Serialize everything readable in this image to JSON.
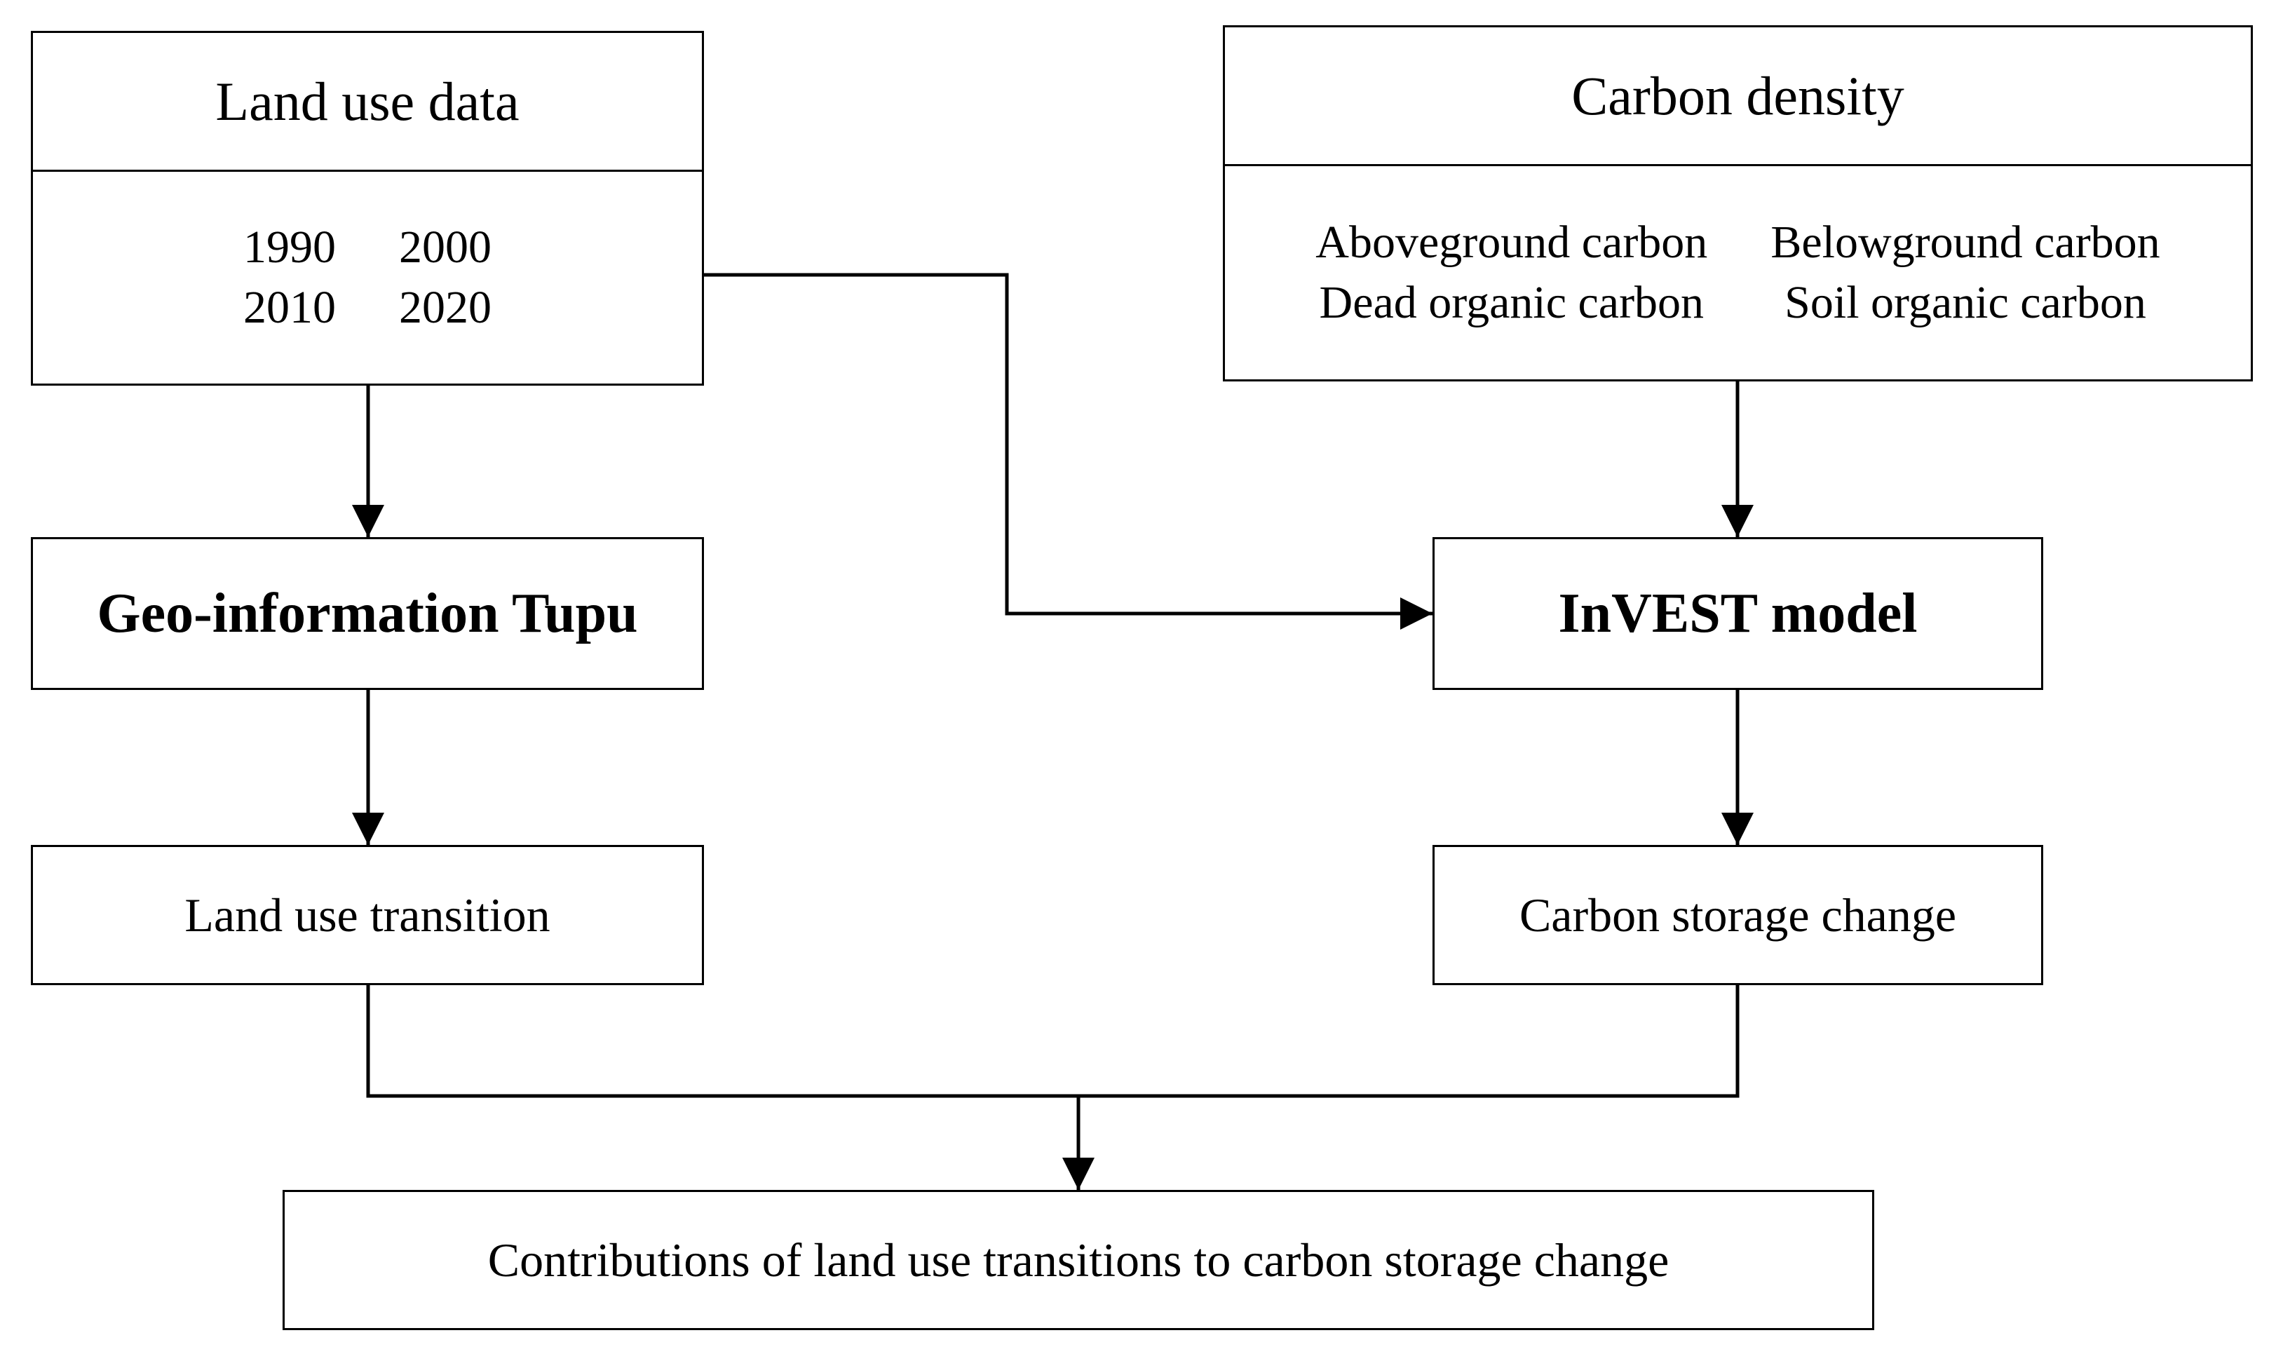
{
  "land_use": {
    "title": "Land use data",
    "years": [
      "1990",
      "2000",
      "2010",
      "2020"
    ]
  },
  "carbon_density": {
    "title": "Carbon density",
    "pools": [
      "Aboveground carbon",
      "Belowground carbon",
      "Dead organic carbon",
      "Soil organic carbon"
    ]
  },
  "geo_tupu": {
    "label": "Geo-information Tupu"
  },
  "invest": {
    "label": "InVEST model"
  },
  "land_transition": {
    "label": "Land use transition"
  },
  "carbon_change": {
    "label": "Carbon storage change"
  },
  "contributions": {
    "label": "Contributions of land use transitions to carbon storage change"
  }
}
